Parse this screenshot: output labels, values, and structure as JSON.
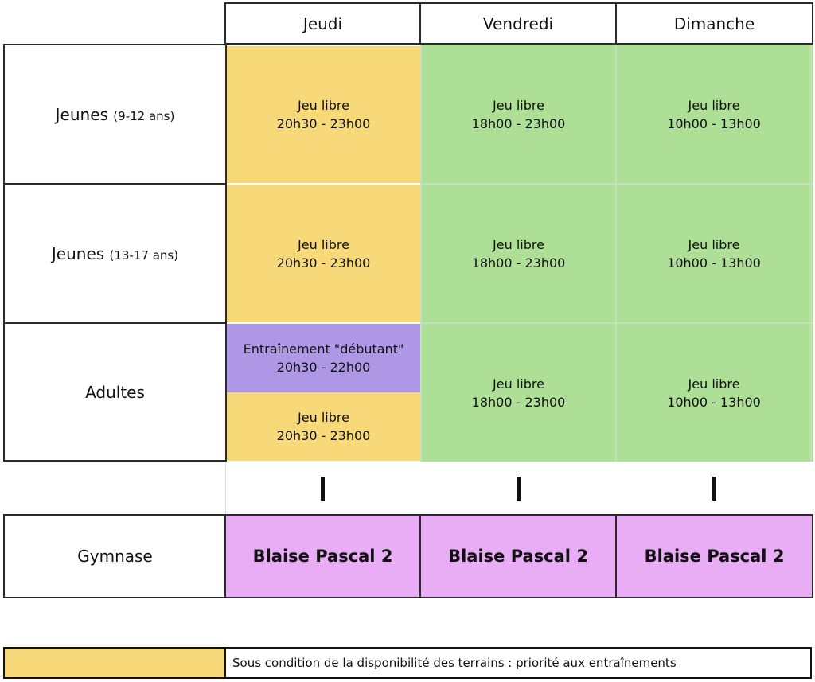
{
  "days": [
    "Jeudi",
    "Vendredi",
    "Dimanche"
  ],
  "rows": [
    {
      "label": "Jeunes",
      "age": "(9-12 ans)"
    },
    {
      "label": "Jeunes",
      "age": "(13-17 ans)"
    },
    {
      "label": "Adultes",
      "age": ""
    }
  ],
  "slots": {
    "jeudi": {
      "r1": {
        "title": "Jeu libre",
        "time": "20h30 - 23h00"
      },
      "r2": {
        "title": "Jeu libre",
        "time": "20h30 - 23h00"
      },
      "r3a": {
        "title": "Entraînement \"débutant\"",
        "time": "20h30 - 22h00"
      },
      "r3b": {
        "title": "Jeu libre",
        "time": "20h30 - 23h00"
      }
    },
    "vendredi": {
      "r1": {
        "title": "Jeu libre",
        "time": "18h00 - 23h00"
      },
      "r2": {
        "title": "Jeu libre",
        "time": "18h00 - 23h00"
      },
      "r3": {
        "title": "Jeu libre",
        "time": "18h00 - 23h00"
      }
    },
    "dimanche": {
      "r1": {
        "title": "Jeu libre",
        "time": "10h00 - 13h00"
      },
      "r2": {
        "title": "Jeu libre",
        "time": "10h00 - 13h00"
      },
      "r3": {
        "title": "Jeu libre",
        "time": "10h00 - 13h00"
      }
    }
  },
  "venue_row": {
    "label": "Gymnase",
    "venues": [
      "Blaise Pascal 2",
      "Blaise Pascal 2",
      "Blaise Pascal 2"
    ]
  },
  "legend": {
    "text": "Sous condition de la disponibilité des terrains : priorité aux entraînements"
  },
  "colors": {
    "free_play_conditional": "#f7d97a",
    "free_play": "#addf96",
    "training": "#ae98e6",
    "venue": "#e8adf5"
  }
}
